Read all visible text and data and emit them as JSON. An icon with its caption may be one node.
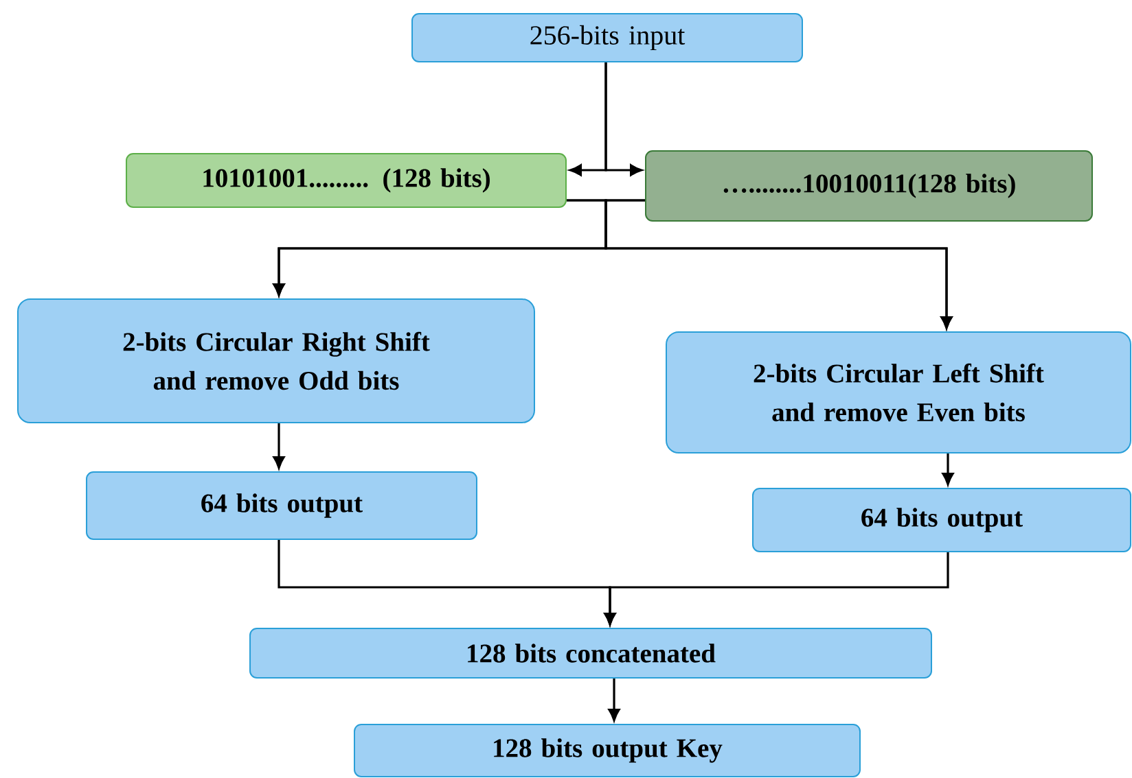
{
  "diagram": {
    "nodes": [
      {
        "text": [
          "256-bits input"
        ]
      },
      {
        "text": [
          "10101001......... (128 bits)"
        ]
      },
      {
        "text": [
          "…........10010011(128 bits)"
        ]
      },
      {
        "text": [
          "2-bits Circular Right Shift and remove Odd bits"
        ]
      },
      {
        "text": [
          "2-bits Circular Left Shift and remove Even bits"
        ]
      },
      {
        "text": [
          "64 bits output"
        ]
      },
      {
        "text": [
          "64 bits output"
        ]
      },
      {
        "text": [
          "128 bits concatenated"
        ]
      },
      {
        "text": [
          "128 bits output Key"
        ]
      }
    ],
    "edges": [
      {
        "from": 0,
        "to": 1,
        "arrow": "to"
      },
      {
        "from": 0,
        "to": 2,
        "arrow": "to"
      },
      {
        "from": 1,
        "to": 3,
        "arrow": "to"
      },
      {
        "from": 2,
        "to": 3,
        "arrow": "to"
      },
      {
        "from": 1,
        "to": 4,
        "arrow": "to"
      },
      {
        "from": 2,
        "to": 4,
        "arrow": "to"
      },
      {
        "from": 3,
        "to": 5,
        "arrow": "to"
      },
      {
        "from": 4,
        "to": 6,
        "arrow": "to"
      },
      {
        "from": 5,
        "to": 7,
        "arrow": "to"
      },
      {
        "from": 6,
        "to": 7,
        "arrow": "to"
      },
      {
        "from": 7,
        "to": 8,
        "arrow": "to"
      }
    ]
  }
}
